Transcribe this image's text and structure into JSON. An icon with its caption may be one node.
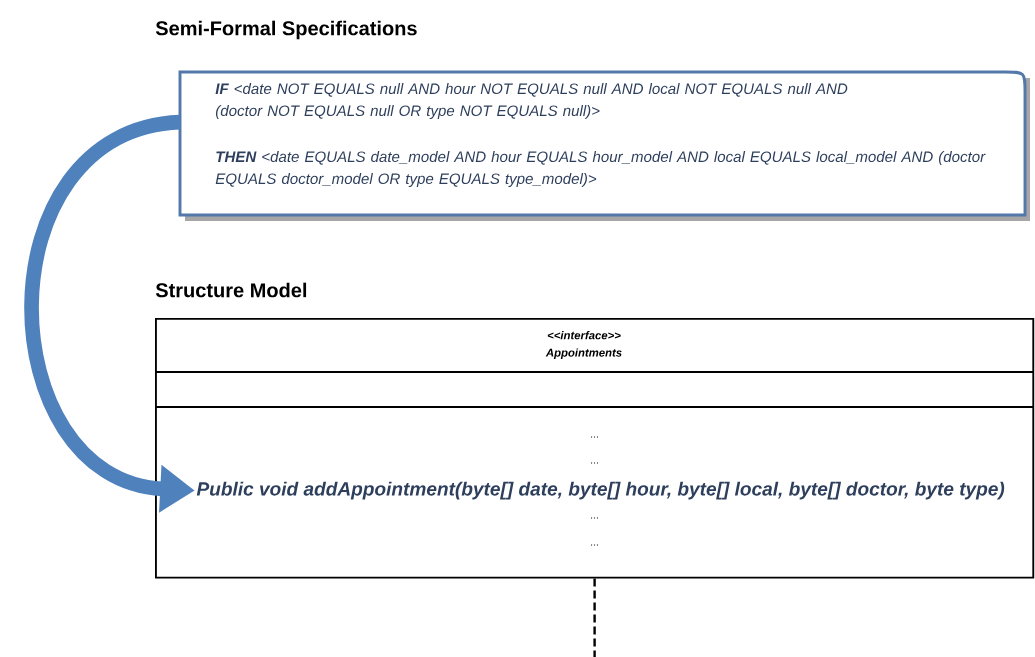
{
  "diagram": {
    "nodes": [
      {
        "text": [
          "Semi-Formal Specifications",
          "**IF** <date NOT EQUALS null AND hour NOT EQUALS null AND local NOT EQUALS null AND (doctor NOT EQUALS null OR type NOT EQUALS null)>",
          "**THEN** <date EQUALS date_model AND hour EQUALS hour_model AND local EQUALS local_model AND (doctor EQUALS doctor_model OR type EQUALS type_model)>"
        ]
      },
      {
        "text": [
          "Structure Model",
          "<<interface>> Appointments"
        ]
      },
      {
        "text": [
          "Public void addAppointment(byte[] date, byte[] hour, byte[] local, byte[] doctor, byte type)"
        ],
        "in": 1
      }
    ],
    "edges": [
      {
        "from": 0,
        "to": 2,
        "arrow": "to",
        "style": "thick",
        "color": "#4f81bd"
      },
      {
        "from": 1,
        "to": null,
        "arrow": "none",
        "style": "dashed",
        "color": "#000000"
      }
    ],
    "labels": [
      "...",
      "...",
      "...",
      "..."
    ]
  }
}
